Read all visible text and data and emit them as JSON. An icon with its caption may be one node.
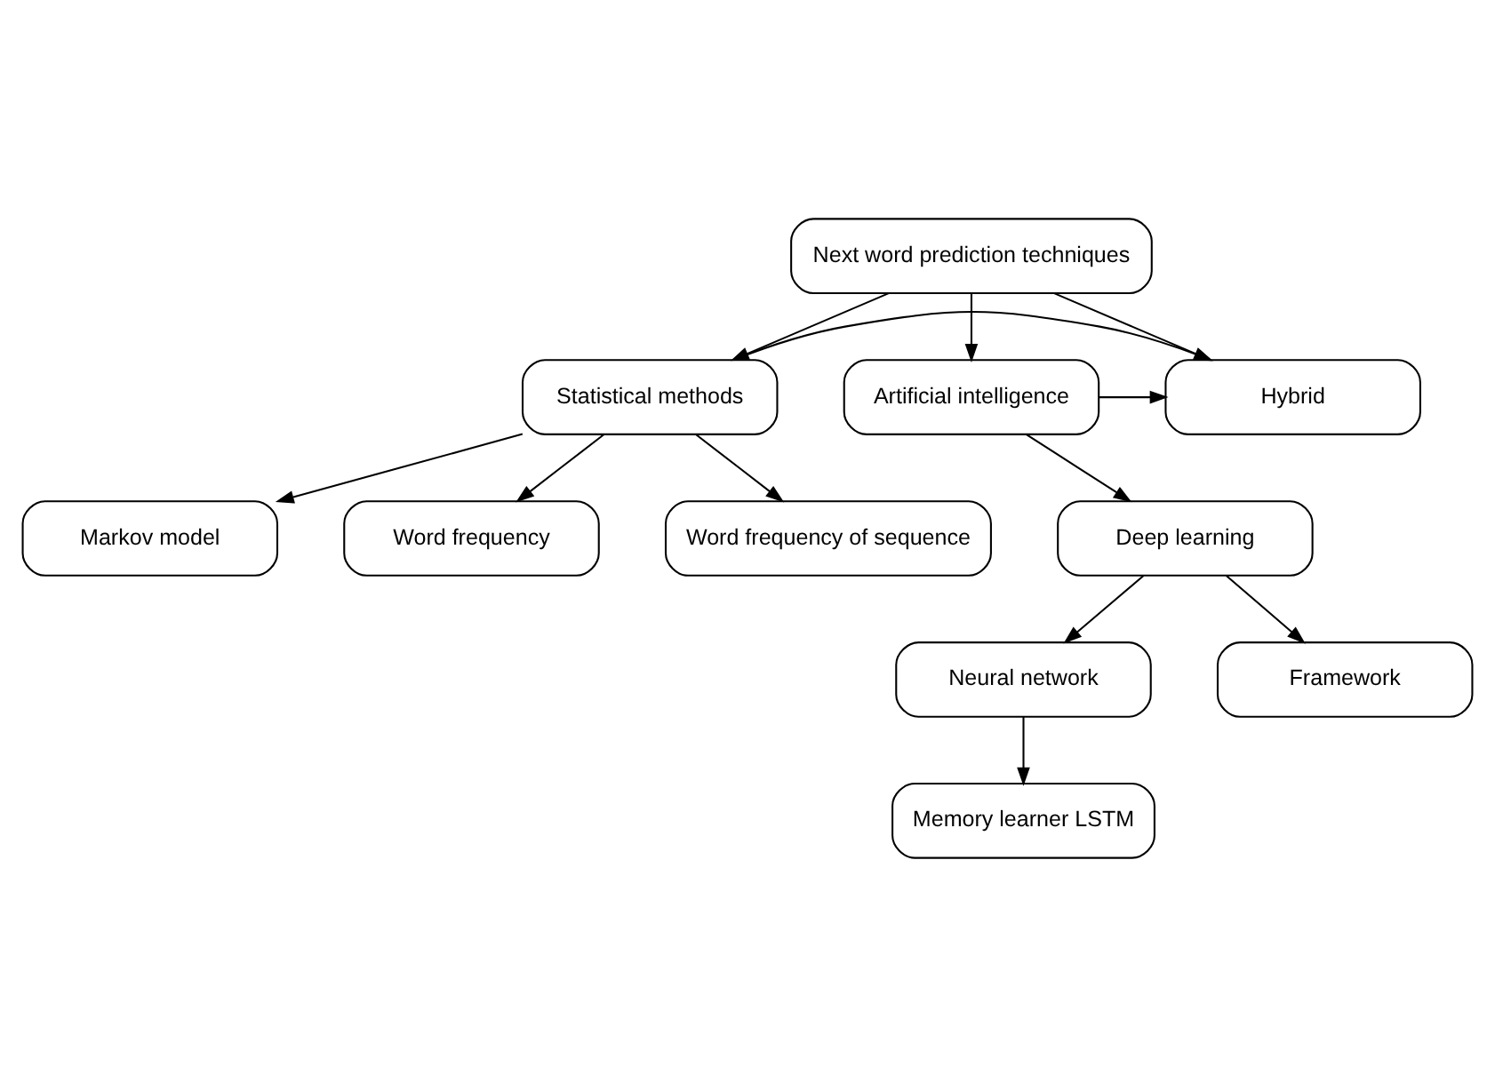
{
  "diagram": {
    "nodes": [
      {
        "text": [
          "Next word prediction techniques"
        ]
      },
      {
        "text": [
          "Statistical methods"
        ]
      },
      {
        "text": [
          "Hybrid"
        ]
      },
      {
        "text": [
          "Artificial intelligence"
        ]
      },
      {
        "text": [
          "Deep learning"
        ]
      },
      {
        "text": [
          "Markov model"
        ]
      },
      {
        "text": [
          "Word frequency"
        ]
      },
      {
        "text": [
          "Word frequency of sequence"
        ]
      },
      {
        "text": [
          "Neural network"
        ]
      },
      {
        "text": [
          "Memory learner LSTM"
        ]
      },
      {
        "text": [
          "Framework"
        ]
      }
    ],
    "edges": [
      {
        "from": 0,
        "to": 1,
        "arrow": "to"
      },
      {
        "from": 0,
        "to": 2,
        "arrow": "to"
      },
      {
        "from": 0,
        "to": 3,
        "arrow": "to"
      },
      {
        "from": 1,
        "to": 2,
        "arrow": "to"
      },
      {
        "from": 3,
        "to": 2,
        "arrow": "to"
      },
      {
        "from": 3,
        "to": 4,
        "arrow": "to"
      },
      {
        "from": 1,
        "to": 5,
        "arrow": "to"
      },
      {
        "from": 1,
        "to": 6,
        "arrow": "to"
      },
      {
        "from": 1,
        "to": 7,
        "arrow": "to"
      },
      {
        "from": 4,
        "to": 8,
        "arrow": "to"
      },
      {
        "from": 8,
        "to": 9,
        "arrow": "to"
      },
      {
        "from": 4,
        "to": 10,
        "arrow": "to"
      }
    ]
  }
}
